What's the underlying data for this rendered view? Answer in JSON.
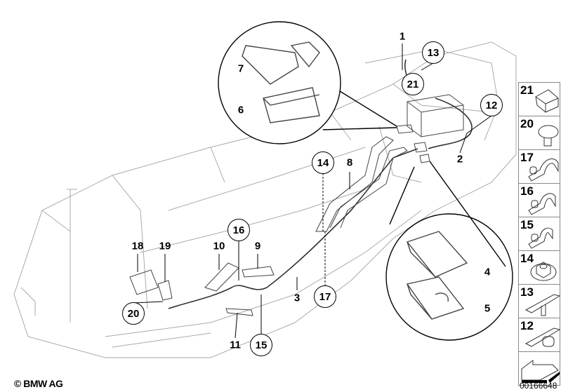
{
  "callouts": {
    "plain": [
      "1",
      "2",
      "3",
      "4",
      "5",
      "6",
      "7",
      "8",
      "9",
      "10",
      "11",
      "18",
      "19"
    ],
    "circled": [
      "12",
      "13",
      "14",
      "15",
      "16",
      "17",
      "20",
      "21"
    ]
  },
  "labels": {
    "l1": "1",
    "l2": "2",
    "l3": "3",
    "l4": "4",
    "l5": "5",
    "l6": "6",
    "l7": "7",
    "l8": "8",
    "l9": "9",
    "l10": "10",
    "l11": "11",
    "l18": "18",
    "l19": "19",
    "c12": "12",
    "c13": "13",
    "c14": "14",
    "c15": "15",
    "c16": "16",
    "c17": "17",
    "c20": "20",
    "c21": "21"
  },
  "side_panel": [
    {
      "number": "21",
      "icon": "cover-cap-icon"
    },
    {
      "number": "20",
      "icon": "expanding-rivet-icon"
    },
    {
      "number": "17",
      "icon": "cable-clip-icon"
    },
    {
      "number": "16",
      "icon": "cable-clip-icon"
    },
    {
      "number": "15",
      "icon": "cable-clip-icon"
    },
    {
      "number": "14",
      "icon": "hex-nut-icon"
    },
    {
      "number": "13",
      "icon": "cable-tie-icon"
    },
    {
      "number": "12",
      "icon": "cable-holder-icon"
    },
    {
      "number": "",
      "icon": "direction-arrow-icon"
    }
  ],
  "footer": {
    "copyright": "© BMW AG",
    "document_id": "00166648"
  }
}
